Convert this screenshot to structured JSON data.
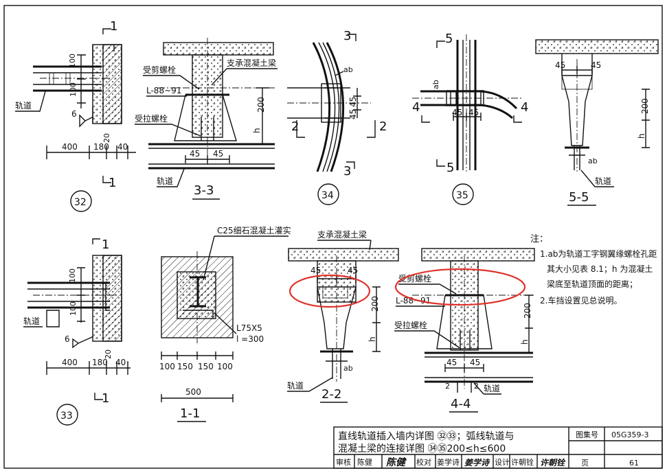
{
  "details": {
    "d32": {
      "marker": "32",
      "sec_top": "1",
      "sec_bot": "1",
      "dims": [
        "100",
        "100",
        "400",
        "180",
        "40",
        "20",
        "6"
      ],
      "rail": "轨道"
    },
    "d33": {
      "marker": "33",
      "sec_top": "1",
      "sec_bot": "1",
      "dims": [
        "100",
        "100",
        "400",
        "180",
        "40",
        "20",
        "6"
      ],
      "rail": "轨道"
    },
    "d34": {
      "marker": "34",
      "sec_a": "3",
      "sec_b": "3",
      "sec_c": "2",
      "sec_d": "2",
      "dims": [
        "45",
        "45",
        "ab"
      ]
    },
    "d35": {
      "marker": "35",
      "sec_a": "5",
      "sec_b": "5",
      "sec_c": "4",
      "sec_d": "4",
      "dims": [
        "45",
        "45",
        "ab"
      ]
    },
    "s33": {
      "title": "3-3",
      "shear_bolt": "受剪螺栓",
      "angle": "L-88~91",
      "tension_bolt": "受拉螺栓",
      "beam": "支承混凝土梁",
      "dims": [
        "200",
        "h",
        "45",
        "45"
      ],
      "rail": "轨道"
    },
    "s55": {
      "title": "5-5",
      "dims": [
        "45",
        "45",
        "200",
        "h",
        "ab"
      ],
      "rail": "轨道"
    },
    "s11": {
      "title": "1-1",
      "grout": "C25细石混凝土灌实",
      "angle1": "L75X5",
      "angle2": "l =300",
      "dims": [
        "100",
        "150",
        "150",
        "100",
        "500"
      ]
    },
    "s22": {
      "title": "2-2",
      "beam": "支承混凝土梁",
      "dims": [
        "45",
        "45",
        "200",
        "h",
        "ab"
      ],
      "rail": "轨道"
    },
    "s44": {
      "title": "4-4",
      "shear_bolt": "受剪螺栓",
      "angle": "L-88~91",
      "tension_bolt": "受拉螺栓",
      "dims": [
        "200",
        "h",
        "45",
        "45",
        "2",
        "2"
      ],
      "rail": "轨道"
    }
  },
  "notes": {
    "heading": "注：",
    "n1a": "1.ab为轨道工字钢翼缘螺栓孔距",
    "n1b": "其大小见表 8.1；h 为混凝土",
    "n1c": "梁底至轨道顶面的距离；",
    "n2": "2.车挡设置见总说明。"
  },
  "title_block": {
    "title1": "直线轨道插入墙内详图 ㉜㉝；弧线轨道与",
    "title2": "混凝土梁的连接详图 ㉞㉟200≤h≤600",
    "atlas_label": "图集号",
    "atlas_no": "05G359-3",
    "page_label": "页",
    "page_no": "61",
    "review_label": "审核",
    "reviewer": "陈健",
    "check_label": "校对",
    "checker": "姜学诗",
    "design_label": "设计",
    "designer": "许朝铨",
    "sig1": "陈健",
    "sig2": "姜学诗",
    "sig3": "许朝铨"
  },
  "colors": {
    "ink": "#111111",
    "annotation": "#e0312a",
    "paper": "#ffffff"
  }
}
